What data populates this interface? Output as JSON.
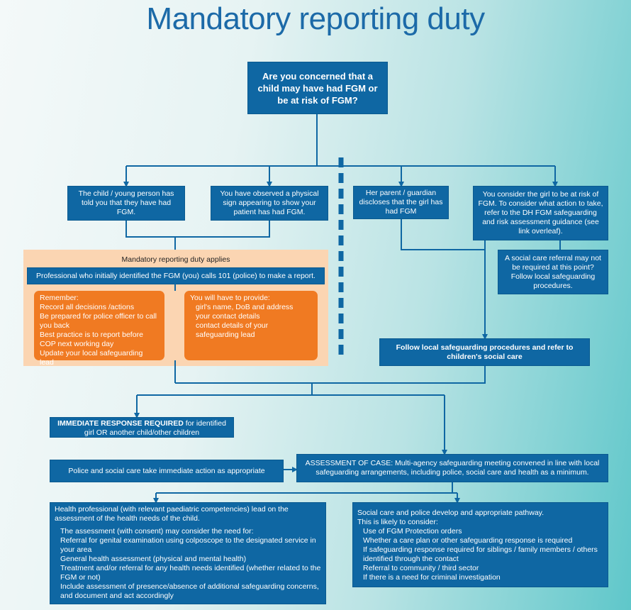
{
  "title": "Mandatory reporting duty",
  "question": "Are you concerned that a child may have had FGM or be at risk of FGM?",
  "branches": {
    "told": "The child / young person has told you that they have had FGM.",
    "observed": "You have observed a physical sign appearing to show your patient has had FGM.",
    "parent": "Her parent / guardian discloses that the girl has had FGM",
    "risk": "You consider the girl to be at risk of FGM. To consider what action to take, refer to the DH FGM safeguarding and risk assessment guidance (see link overleaf).",
    "no_referral": "A social care referral may not be required at this point? Follow local safeguarding procedures."
  },
  "mandatory": {
    "title": "Mandatory  reporting duty applies",
    "call": "Professional who initially identified the FGM (you) calls 101 (police) to make a report.",
    "remember_heading": "Remember:",
    "remember": [
      "Record all decisions /actions",
      "Be prepared for police officer to call you back",
      "Best practice is to report before COP next working day",
      "Update your local safeguarding lead"
    ],
    "provide_heading": "You will have to provide:",
    "provide": [
      "girl's name, DoB and address",
      "your contact details",
      "contact details of your safeguarding lead"
    ]
  },
  "follow_local": "Follow local safeguarding procedures and refer to children's social care",
  "immediate": {
    "bold": "IMMEDIATE RESPONSE REQUIRED",
    "rest": " for identified girl OR another child/other children"
  },
  "police_action": "Police and social care take immediate action as appropriate",
  "assessment": "ASSESSMENT OF CASE: Multi-agency safeguarding meeting convened in line with local safeguarding arrangements, including police, social care and health as a minimum.",
  "health": {
    "lead": "Health professional (with relevant paediatric competencies) lead on the assessment of the health needs of the child.",
    "intro": "The assessment (with consent) may consider the need for:",
    "items": [
      "Referral for genital examination using colposcope to the designated service in your area",
      "General health assessment (physical and mental health)",
      "Treatment and/or referral for any health needs identified (whether related to the FGM or not)",
      "Include assessment of presence/absence of additional safeguarding concerns, and document and act accordingly"
    ]
  },
  "social": {
    "lead": "Social care and police develop and appropriate pathway.",
    "intro": "This is likely to consider:",
    "items": [
      "Use of FGM Protection orders",
      "Whether a care plan or other safeguarding response is required",
      "If safeguarding response required for siblings / family members / others identified through the contact",
      "Referral to community / third sector",
      "If there is a need for criminal investigation"
    ]
  },
  "colors": {
    "box": "#0f67a3",
    "orange": "#f07a22",
    "panel": "#fbd5b2",
    "title": "#1c6aa8"
  }
}
